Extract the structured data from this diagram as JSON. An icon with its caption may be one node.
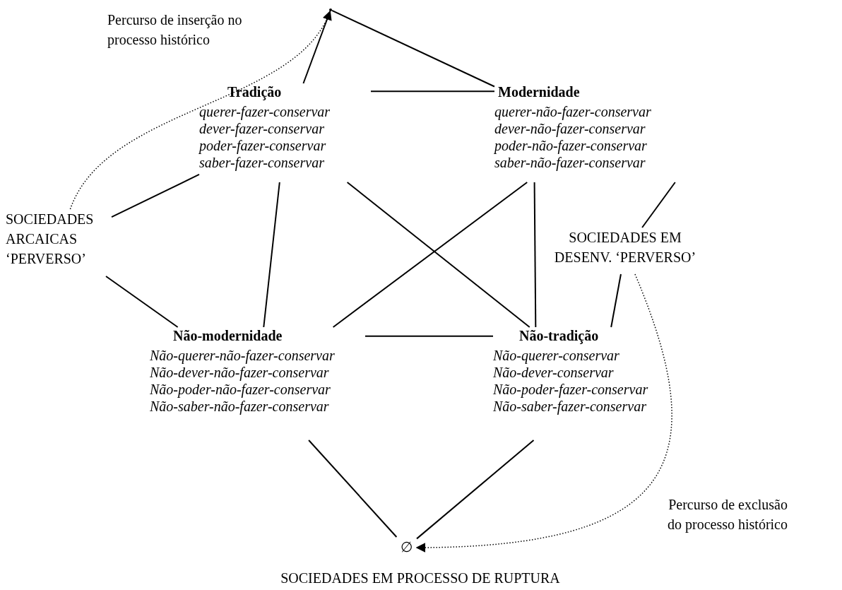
{
  "diagram": {
    "nodes": [
      {
        "text": [],
        "shape": "point"
      },
      {
        "text": [
          "Tradição",
          "querer-fazer-conservar",
          "dever-fazer-conservar",
          "poder-fazer-conservar",
          "saber-fazer-conservar"
        ]
      },
      {
        "text": [
          "Modernidade",
          "querer-não-fazer-conservar",
          "dever-não-fazer-conservar",
          "poder-não-fazer-conservar",
          "saber-não-fazer-conservar"
        ]
      },
      {
        "text": [
          "SOCIEDADES ARCAICAS ‘PERVERSO’"
        ]
      },
      {
        "text": [
          "SOCIEDADES EM DESENV. ‘PERVERSO’"
        ]
      },
      {
        "text": [
          "Não-modernidade",
          "Não-querer-não-fazer-conservar",
          "Não-dever-não-fazer-conservar",
          "Não-poder-não-fazer-conservar",
          "Não-saber-não-fazer-conservar"
        ]
      },
      {
        "text": [
          "Não-tradição",
          "Não-querer-conservar",
          "Não-dever-conservar",
          "Não-poder-fazer-conservar",
          "Não-saber-fazer-conservar"
        ]
      },
      {
        "text": [
          "∅"
        ],
        "beside": [
          "SOCIEDADES EM PROCESSO DE RUPTURA"
        ]
      }
    ],
    "edges": [
      {
        "from": 1,
        "to": 0,
        "arrow": "none"
      },
      {
        "from": 2,
        "to": 0,
        "arrow": "none"
      },
      {
        "from": 1,
        "to": 2,
        "arrow": "none"
      },
      {
        "from": 3,
        "to": 1,
        "arrow": "none"
      },
      {
        "from": 1,
        "to": 5,
        "arrow": "none"
      },
      {
        "from": 1,
        "to": 6,
        "arrow": "none"
      },
      {
        "from": 2,
        "to": 5,
        "arrow": "none"
      },
      {
        "from": 2,
        "to": 6,
        "arrow": "none"
      },
      {
        "from": 4,
        "to": 2,
        "arrow": "none"
      },
      {
        "from": 3,
        "to": 5,
        "arrow": "none"
      },
      {
        "from": 5,
        "to": 6,
        "arrow": "none"
      },
      {
        "from": 4,
        "to": 6,
        "arrow": "none"
      },
      {
        "from": 5,
        "to": 7,
        "arrow": "none"
      },
      {
        "from": 6,
        "to": 7,
        "arrow": "none"
      },
      {
        "from": 3,
        "to": 0,
        "arrow": "to",
        "style": "dashed",
        "label": "Percurso de inserção no processo histórico"
      },
      {
        "from": 4,
        "to": 7,
        "arrow": "to",
        "style": "dashed",
        "label": "Percurso de exclusão do processo histórico"
      }
    ]
  }
}
